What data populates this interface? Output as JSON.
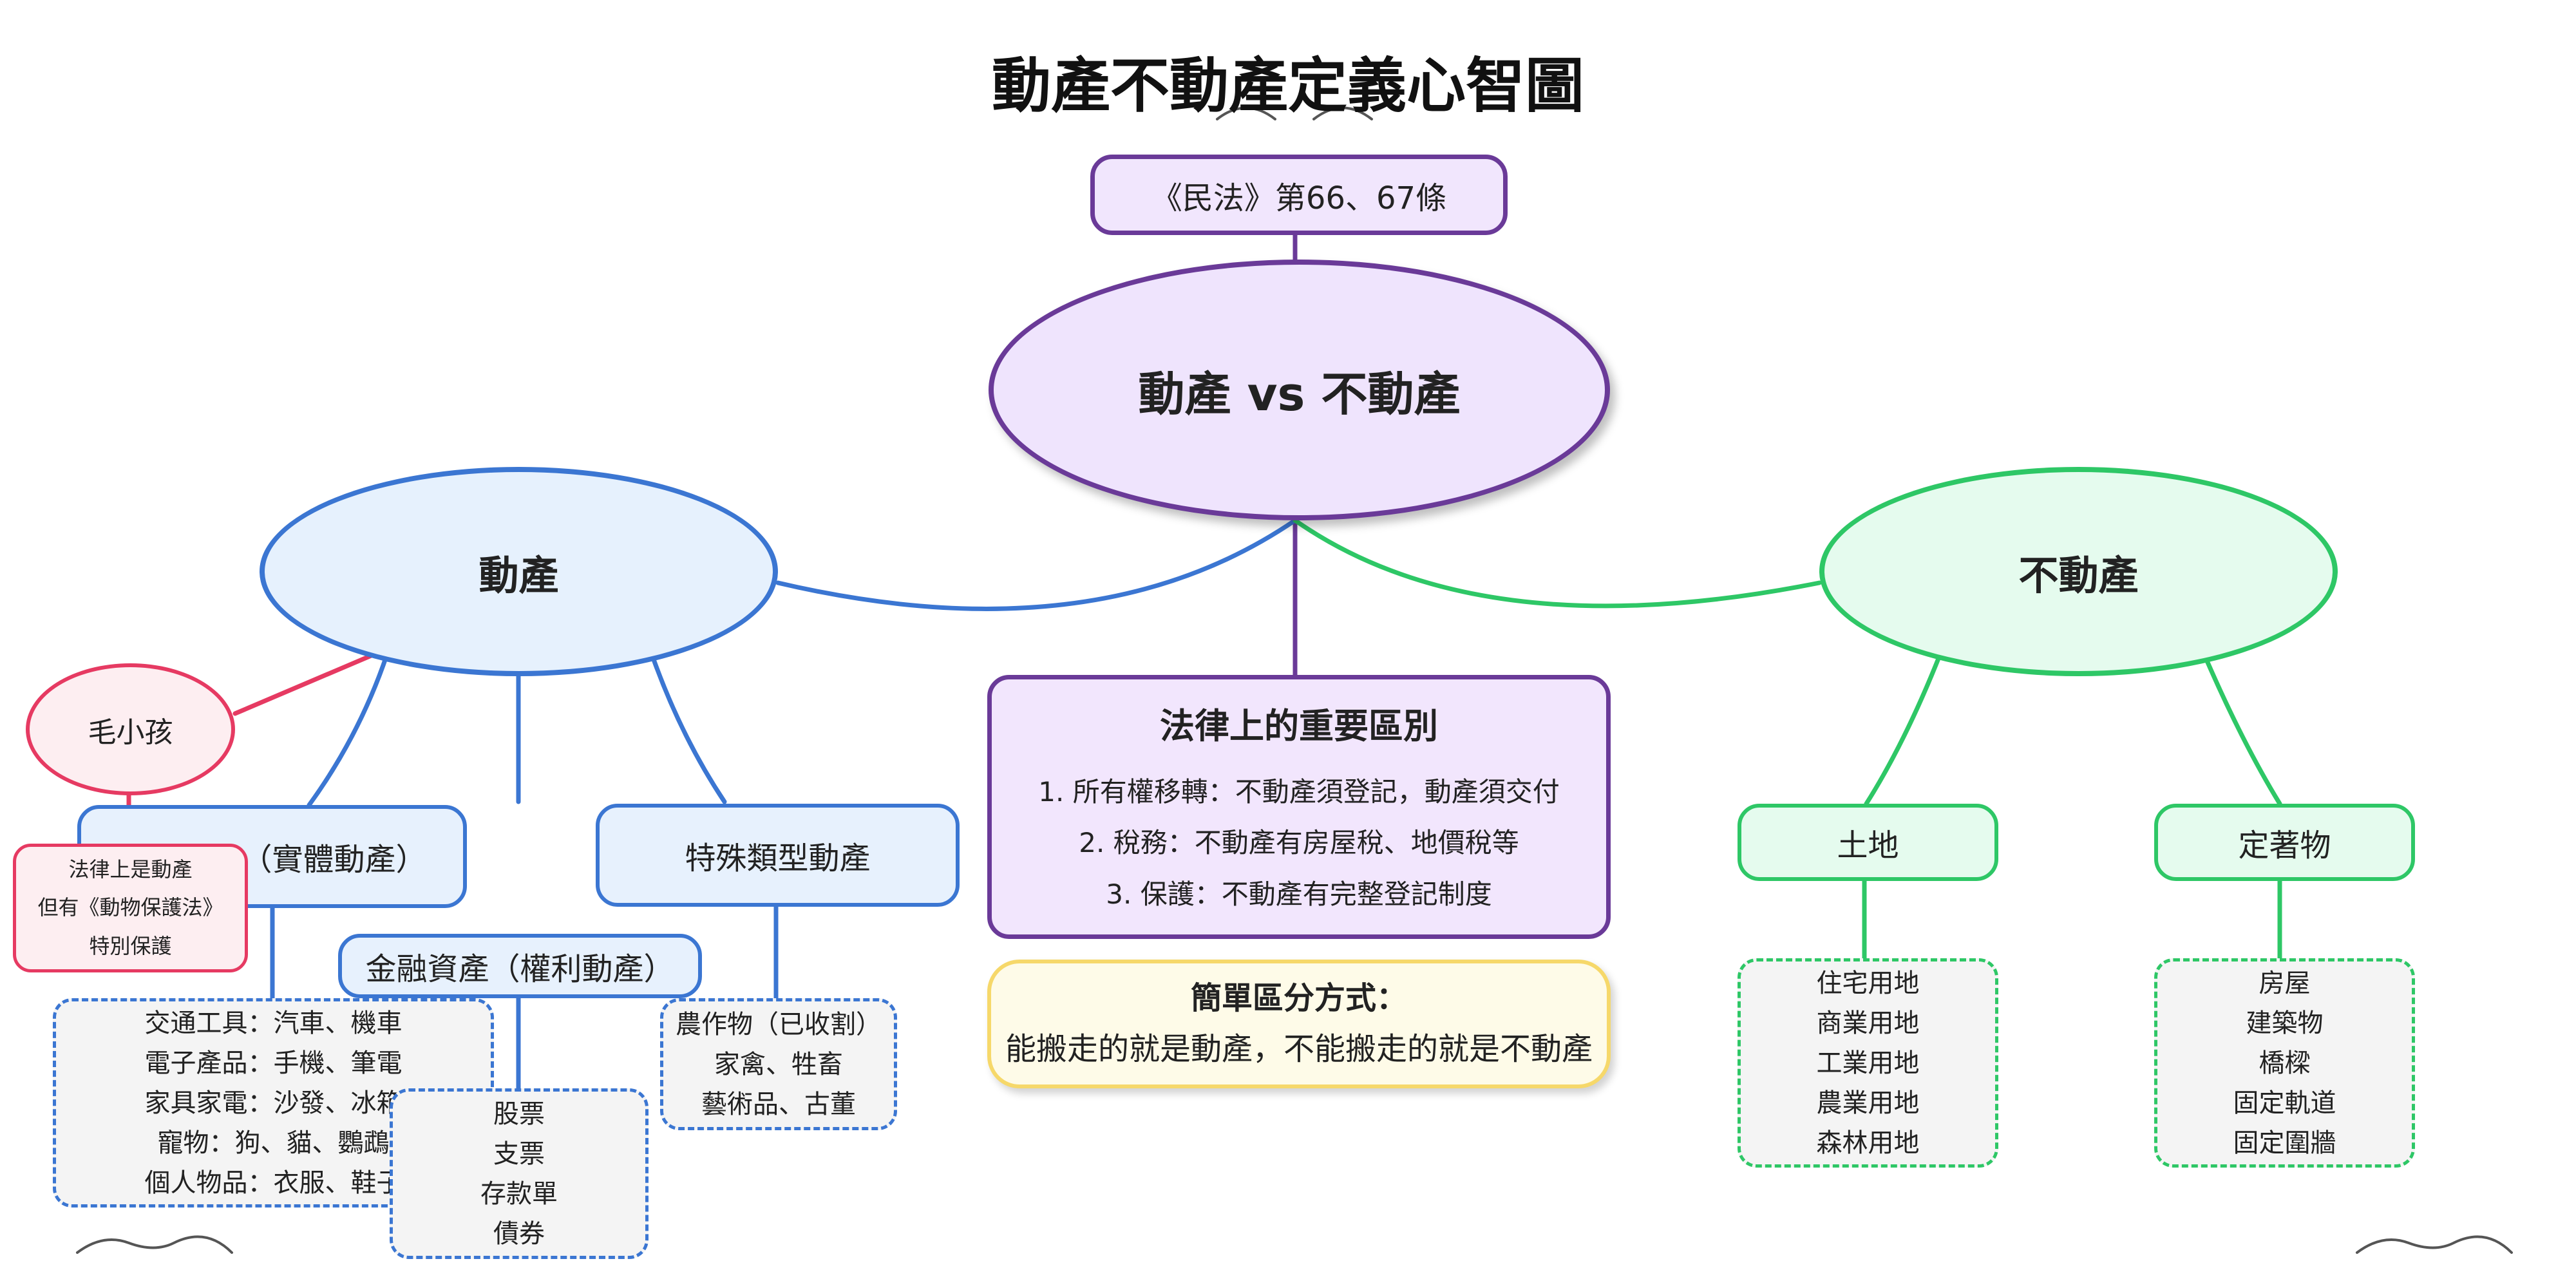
{
  "title": "動產不動產定義心智圖",
  "law_ref": "《民法》第66、67條",
  "root": "動產 vs 不動產",
  "movable": {
    "label": "動產",
    "general": "一般物品（實體動產）",
    "special": "特殊類型動產",
    "financial": "金融資產（權利動產）",
    "general_items": [
      "交通工具：汽車、機車",
      "電子產品：手機、筆電",
      "家具家電：沙發、冰箱",
      "寵物：狗、貓、鸚鵡",
      "個人物品：衣服、鞋子"
    ],
    "financial_items": [
      "股票",
      "支票",
      "存款單",
      "債券"
    ],
    "special_items": [
      "農作物（已收割）",
      "家禽、牲畜",
      "藝術品、古董"
    ]
  },
  "pet": {
    "label": "毛小孩",
    "note": [
      "法律上是動產",
      "但有《動物保護法》",
      "特別保護"
    ]
  },
  "immovable": {
    "label": "不動產",
    "land": "土地",
    "fixture": "定著物",
    "land_items": [
      "住宅用地",
      "商業用地",
      "工業用地",
      "農業用地",
      "森林用地"
    ],
    "fixture_items": [
      "房屋",
      "建築物",
      "橋樑",
      "固定軌道",
      "固定圍牆"
    ]
  },
  "differences": {
    "heading": "法律上的重要區別",
    "items": [
      "1. 所有權移轉：不動產須登記，動產須交付",
      "2. 稅務：不動產有房屋稅、地價稅等",
      "3. 保護：不動產有完整登記制度"
    ]
  },
  "tip": {
    "heading": "簡單區分方式：",
    "text": "能搬走的就是動產，不能搬走的就是不動產"
  },
  "colors": {
    "purple": "#6a3a98",
    "blue": "#3b76d2",
    "green": "#2ec766",
    "red": "#e63a62",
    "yellow": "#f6d86a"
  }
}
